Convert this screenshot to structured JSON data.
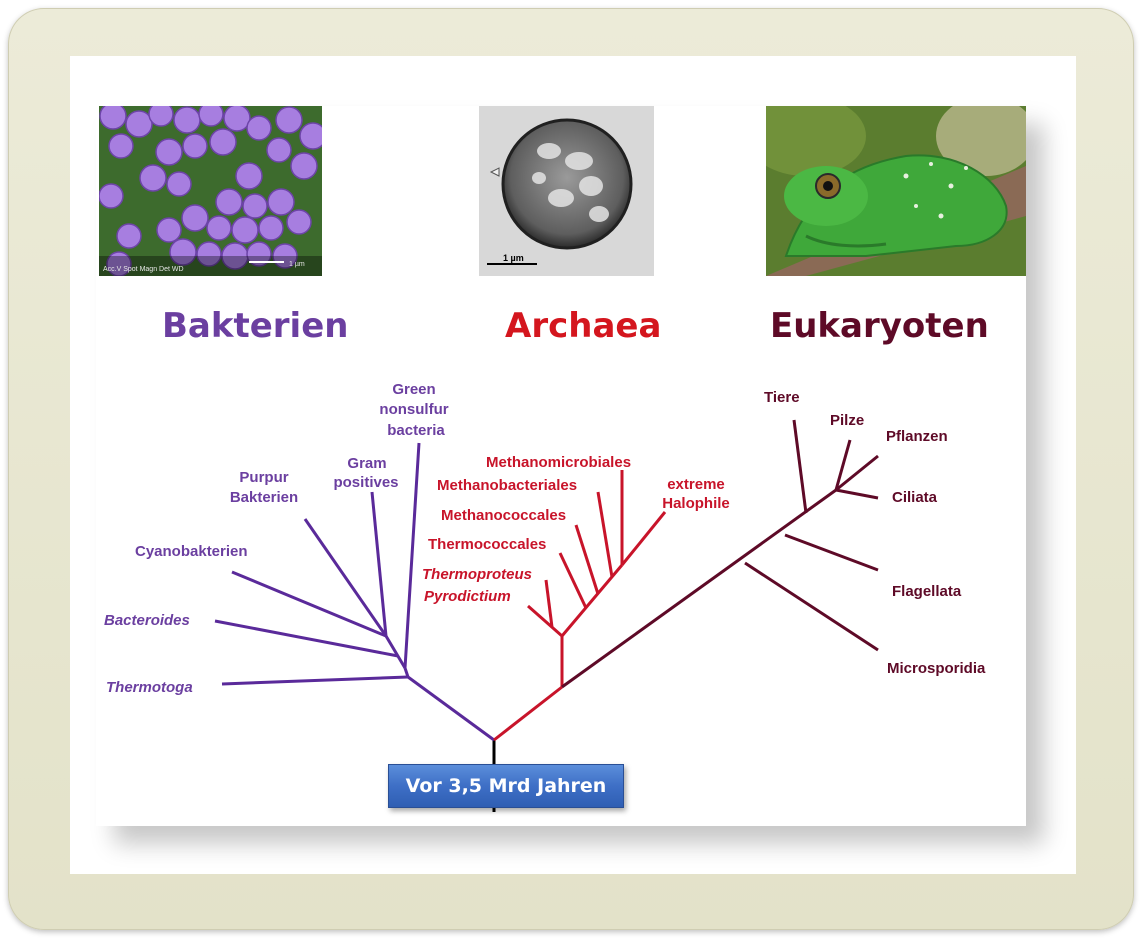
{
  "domains": {
    "bacteria": "Bakterien",
    "archaea": "Archaea",
    "eukaryotes": "Eukaryoten"
  },
  "photos": {
    "bacteria_icon": "bacteria-micrograph-image",
    "bacteria_scalebar": "1 µm",
    "bacteria_caption": "Acc.V Spot Magn Det WD",
    "archaea_icon": "archaea-micrograph-image",
    "archaea_scalebar": "1 µm",
    "eukaryote_icon": "frog-photo-image"
  },
  "tree": {
    "bacteria": {
      "green_nonsulfur_1": "Green",
      "green_nonsulfur_2": "nonsulfur",
      "green_nonsulfur_3": "bacteria",
      "gram_positive_1": "Gram",
      "gram_positive_2": "positives",
      "purpur_1": "Purpur",
      "purpur_2": "Bakterien",
      "cyanobakterien": "Cyanobakterien",
      "bacteroides": "Bacteroides",
      "thermotoga": "Thermotoga"
    },
    "archaea": {
      "methanomicrobiales": "Methanomicrobiales",
      "methanobacteriales": "Methanobacteriales",
      "methanococcales": "Methanococcales",
      "thermococcales": "Thermococcales",
      "thermoproteus": "Thermoproteus",
      "pyrodictium": "Pyrodictium",
      "halophile_1": "extreme",
      "halophile_2": "Halophile"
    },
    "eukaryotes": {
      "tiere": "Tiere",
      "pilze": "Pilze",
      "pflanzen": "Pflanzen",
      "ciliata": "Ciliata",
      "flagellata": "Flagellata",
      "microsporidia": "Microsporidia"
    }
  },
  "time_label": "Vor 3,5 Mrd Jahren",
  "colors": {
    "bacteria": "#6b3fa0",
    "archaea": "#c8142a",
    "eukaryotes": "#5e0a27"
  }
}
